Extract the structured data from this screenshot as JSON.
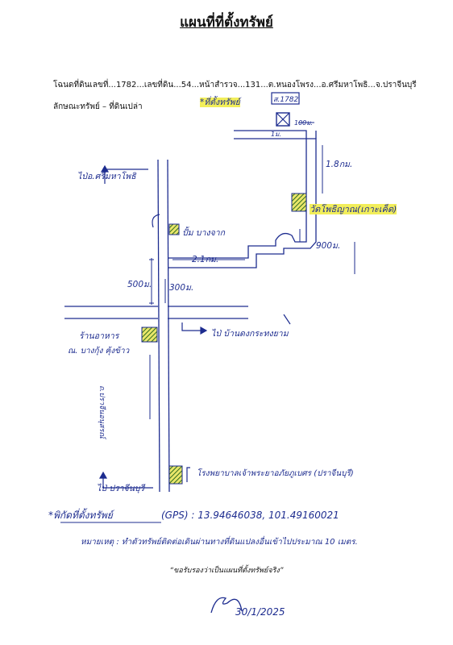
{
  "header": {
    "title": "แผนที่ที่ตั้งทรัพย์",
    "deed_line": "โฉนดที่ดินเลขที่...1782...เลขที่ดิน...54...หน้าสำรวจ...131...ต.หนองโพรง...อ.ศรีมหาโพธิ...จ.ปราจีนบุรี",
    "property_type": "ลักษณะทรัพย์  – ที่ดินเปล่า"
  },
  "map": {
    "legend_property": "*ที่ตั้งทรัพย์",
    "parcel_label": "ส.1782",
    "road_to_srimahaphot": "ไป่อ.ศรีมหาโพธิ",
    "gas_station": "ปั้ม บางจาก",
    "distance_2_1km": "2.1กม.",
    "distance_1_8km": "1.8กม.",
    "distance_500m_left": "500ม.",
    "distance_300m": "300ม.",
    "distance_900m": "900ม.",
    "distance_100m": "100ม.",
    "distance_100m_b": "1ม.",
    "temple": "วัดโพธิญาณ(เกาะเค็ด)",
    "road_to_ban_kradong": "ไป่ บ้านดงกระทงยาม",
    "restaurant": "ร้านอาหาร",
    "restaurant_name": "ณ. บางกุ้ง ฅุ้งข้าว",
    "road_name_vertical": "ถ.ปราจีนอนุสรณ์",
    "road_to_prachinburi": "ไป่ ปราจีนบุรี",
    "hospital": "โรงพยาบาลเจ้าพระยาอภัยภูเบศร (ปราจีนบุรี)",
    "colors": {
      "ink": "#1d2c8f",
      "highlight": "#f2ee5a",
      "hatch": "#2f6b1f"
    }
  },
  "footer": {
    "gps_label": "*พิกัดที่ตั้งทรัพย์",
    "gps_value": "(GPS) : 13.94646038, 101.49160021",
    "note": "หมายเหตุ : ทำตัวทรัพย์ติดต่อเดินผ่านทางที่ดินแปลงอื่นเข้าไปประมาณ 10 เมตร.",
    "certify": "“ขอรับรองว่าเป็นแผนที่ตั้งทรัพย์จริง”",
    "date": "30/1/2025"
  }
}
